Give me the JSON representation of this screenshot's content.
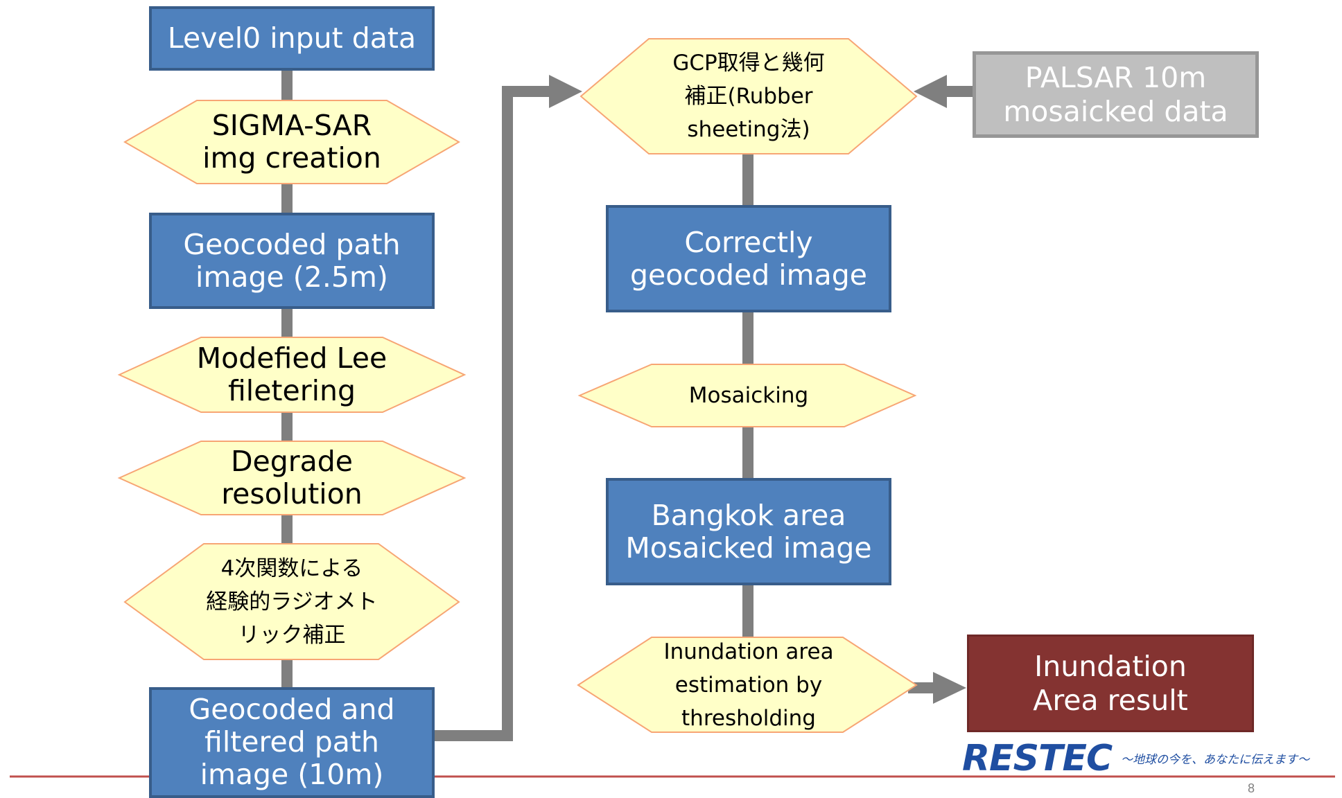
{
  "colors": {
    "process_fill": "#4f81bd",
    "process_border": "#385d8a",
    "step_fill": "#ffffc8",
    "step_border": "#f7a574",
    "connector": "#7f7f7f",
    "reference_fill": "#bfbfbf",
    "result_fill": "#843331",
    "footer_line": "#c0504d",
    "logo": "#1f4ea1"
  },
  "left_column": {
    "level0": "Level0 input data",
    "sigma_sar": "SIGMA-SAR\nimg creation",
    "geocoded_path": "Geocoded path\nimage (2.5m)",
    "modified_lee": "Modefied Lee\nfiletering",
    "degrade": "Degrade\nresolution",
    "radiometric": "4次関数による\n経験的ラジオメト\nリック補正",
    "geocoded_filtered": "Geocoded and\nfiltered path\nimage (10m)"
  },
  "right_column": {
    "gcp": "GCP取得と幾何\n補正(Rubber\nsheeting法)",
    "palsar": "PALSAR 10m\nmosaicked data",
    "correctly": "Correctly\ngeocoded image",
    "mosaicking": "Mosaicking",
    "bangkok": "Bangkok area\nMosaicked image",
    "inundation_est": "Inundation area\nestimation by\nthresholding",
    "inundation_result": "Inundation\nArea result"
  },
  "footer": {
    "logo": "RESTEC",
    "tagline": "～地球の今を、あなたに伝えます～",
    "page_number": "8"
  }
}
